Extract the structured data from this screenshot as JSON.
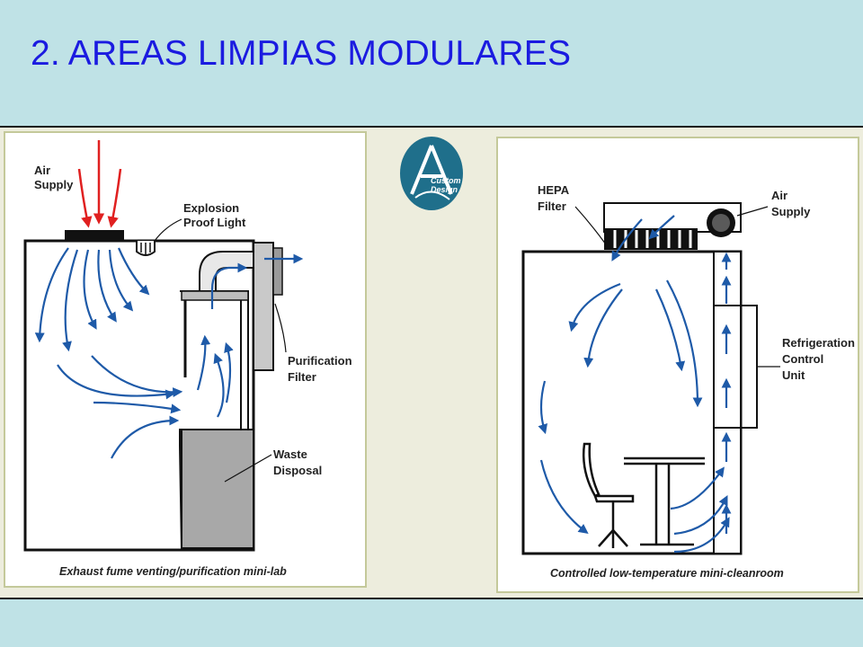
{
  "slide": {
    "title": "2. AREAS LIMPIAS MODULARES"
  },
  "logo": {
    "line1": "Custom",
    "line2": "Design",
    "color": "#1f6f8b"
  },
  "left_diagram": {
    "labels": {
      "air_supply_1": "Air",
      "air_supply_2": "Supply",
      "explosion_1": "Explosion",
      "explosion_2": "Proof Light",
      "purification_1": "Purification",
      "purification_2": "Filter",
      "waste_1": "Waste",
      "waste_2": "Disposal"
    },
    "caption": "Exhaust fume venting/purification mini-lab"
  },
  "right_diagram": {
    "labels": {
      "hepa_1": "HEPA",
      "hepa_2": "Filter",
      "air_supply_1": "Air",
      "air_supply_2": "Supply",
      "refrig_1": "Refrigeration",
      "refrig_2": "Control",
      "refrig_3": "Unit"
    },
    "caption": "Controlled low-temperature mini-cleanroom"
  },
  "colors": {
    "airflow_blue": "#1e5aa8",
    "supply_red": "#e02020",
    "title_blue": "#1b1be0"
  }
}
